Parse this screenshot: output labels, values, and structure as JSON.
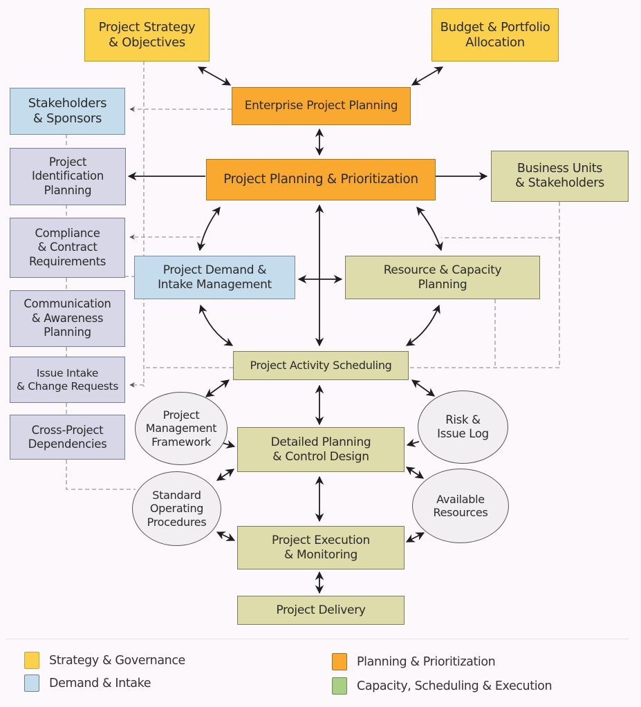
{
  "diagram": {
    "nodes": {
      "project_strategy": "Project Strategy\n& Objectives",
      "budget_portfolio": "Budget & Portfolio\nAllocation",
      "enterprise_planning": "Enterprise Project Planning",
      "stakeholders_sponsors": "Stakeholders\n& Sponsors",
      "project_identification": "Project\nIdentification\nPlanning",
      "planning_prioritization": "Project Planning & Prioritization",
      "business_units": "Business Units\n& Stakeholders",
      "compliance": "Compliance\n& Contract\nRequirements",
      "demand_intake": "Project Demand &\nIntake Management",
      "resource_capacity": "Resource & Capacity\nPlanning",
      "communication": "Communication\n& Awareness\nPlanning",
      "issue_intake": "Issue Intake\n& Change Requests",
      "activity_scheduling": "Project Activity Scheduling",
      "cross_project": "Cross-Project\nDependencies",
      "pm_framework": "Project\nManagement\nFramework",
      "risk_issue_log": "Risk &\nIssue Log",
      "detailed_planning": "Detailed Planning\n& Control Design",
      "sop": "Standard\nOperating\nProcedures",
      "available_resources": "Available\nResources",
      "execution_monitoring": "Project Execution\n& Monitoring",
      "delivery": "Project Delivery"
    }
  },
  "legend": [
    {
      "label": "Strategy & Governance",
      "color": "#fbd04a"
    },
    {
      "label": "Demand & Intake",
      "color": "#c5dcec"
    },
    {
      "label": "Planning & Prioritization",
      "color": "#f9a92f"
    },
    {
      "label": "Capacity, Scheduling & Execution",
      "color": "#a8cf84"
    }
  ],
  "colors": {
    "strategy": "#fbd04a",
    "planning": "#f9a92f",
    "demand": "#c5dcec",
    "context": "#d8d7e8",
    "capacity": "#dedcaa",
    "connector": "#1e1e1e",
    "dashed_connector": "#9a9a9a"
  }
}
